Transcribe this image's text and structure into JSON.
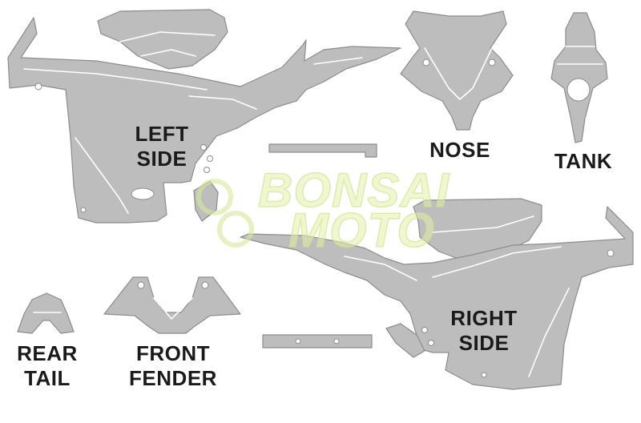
{
  "labels": {
    "left_side": [
      "LEFT",
      "SIDE"
    ],
    "nose": "NOSE",
    "tank": "TANK",
    "right_side": [
      "RIGHT",
      "SIDE"
    ],
    "rear_tail": [
      "REAR",
      "TAIL"
    ],
    "front_fender": [
      "FRONT",
      "FENDER"
    ]
  },
  "watermark": {
    "line1": "BONSAI",
    "line2": "MOTO"
  },
  "colors": {
    "panel_fill": "#bdbdbd",
    "panel_stroke": "#8d8d8d",
    "label_text": "#1a1a1a",
    "watermark": "#e2f0aa"
  }
}
